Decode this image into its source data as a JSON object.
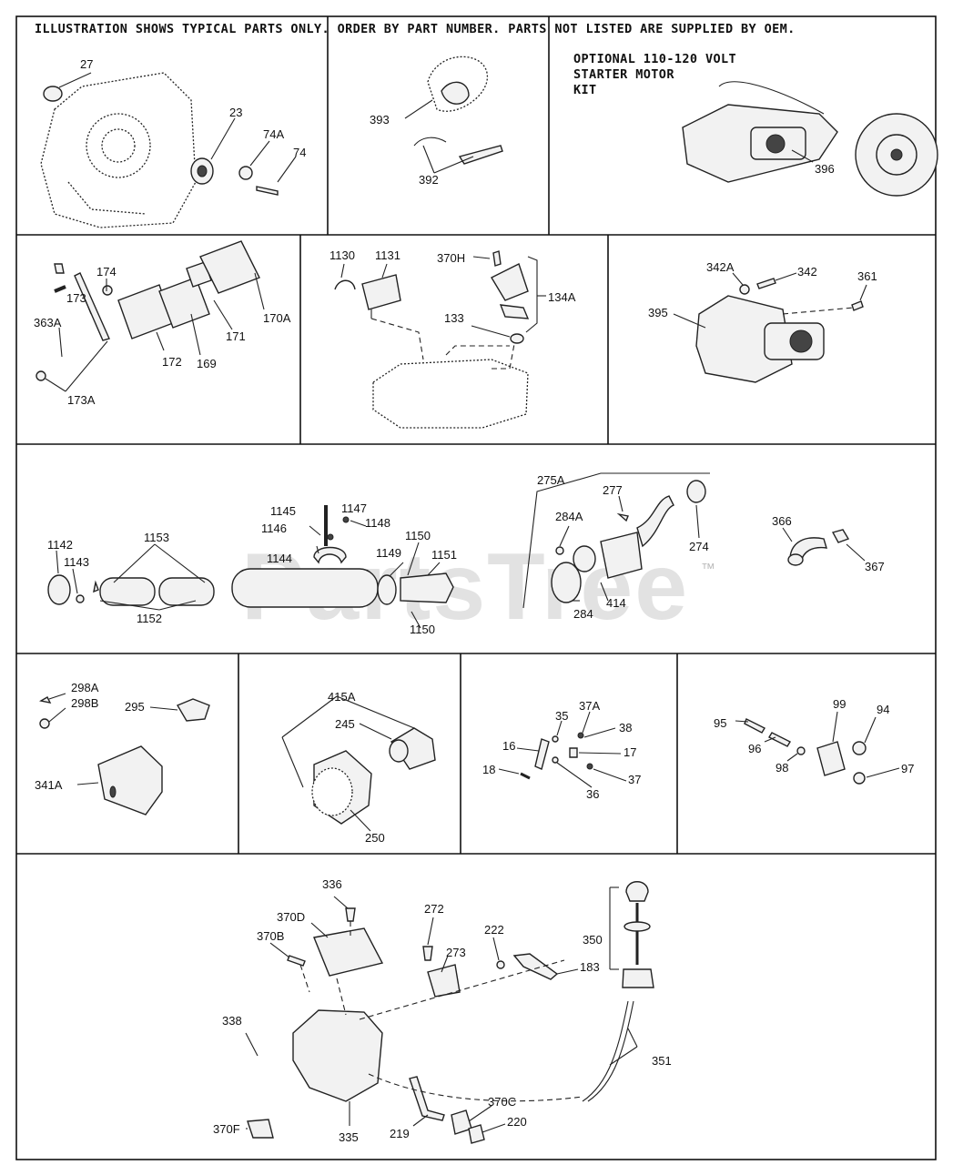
{
  "header": "ILLUSTRATION SHOWS TYPICAL PARTS ONLY. ORDER BY PART NUMBER. PARTS NOT LISTED ARE SUPPLIED BY OEM.",
  "kit_title": [
    "OPTIONAL 110-120 VOLT",
    "STARTER MOTOR",
    "KIT"
  ],
  "watermark": "PartsTree",
  "watermark_tm": "™",
  "labels": {
    "p27": "27",
    "p23": "23",
    "p74A": "74A",
    "p74": "74",
    "p393": "393",
    "p392": "392",
    "p396": "396",
    "p174": "174",
    "p173": "173",
    "p363A": "363A",
    "p173A": "173A",
    "p172": "172",
    "p169": "169",
    "p171": "171",
    "p170A": "170A",
    "p1130": "1130",
    "p1131": "1131",
    "p370H": "370H",
    "p134A": "134A",
    "p133": "133",
    "p342A": "342A",
    "p342": "342",
    "p361": "361",
    "p395": "395",
    "p1142": "1142",
    "p1143": "1143",
    "p1153": "1153",
    "p1152": "1152",
    "p1145": "1145",
    "p1147": "1147",
    "p1146": "1146",
    "p1148": "1148",
    "p1144": "1144",
    "p1150a": "1150",
    "p1149": "1149",
    "p1151": "1151",
    "p1150b": "1150",
    "p275A": "275A",
    "p277": "277",
    "p284A": "284A",
    "p274": "274",
    "p284": "284",
    "p414": "414",
    "p366": "366",
    "p367": "367",
    "p298A": "298A",
    "p298B": "298B",
    "p295": "295",
    "p341A": "341A",
    "p415A": "415A",
    "p245": "245",
    "p250": "250",
    "p35": "35",
    "p37A": "37A",
    "p38": "38",
    "p16": "16",
    "p17": "17",
    "p18": "18",
    "p36": "36",
    "p37": "37",
    "p95": "95",
    "p99": "99",
    "p94": "94",
    "p96": "96",
    "p98": "98",
    "p97": "97",
    "p336": "336",
    "p370D": "370D",
    "p370B": "370B",
    "p272": "272",
    "p273": "273",
    "p222": "222",
    "p183": "183",
    "p350": "350",
    "p338": "338",
    "p351": "351",
    "p370C": "370C",
    "p220": "220",
    "p219": "219",
    "p335": "335",
    "p370F": "370F"
  }
}
